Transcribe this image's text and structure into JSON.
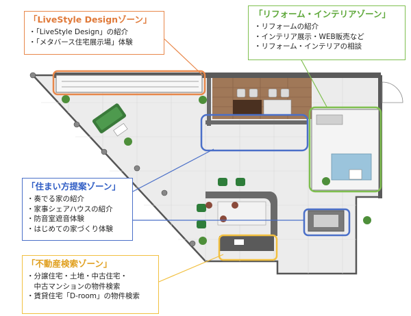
{
  "zones": {
    "livestyle": {
      "title": "「LiveStyle Designゾーン」",
      "items": [
        "「LiveStyle Design」の紹介",
        "「メタバース住宅展示場」体験"
      ],
      "color": "#e8874a"
    },
    "reform": {
      "title": "「リフォーム・インテリアゾーン」",
      "items": [
        "リフォームの紹介",
        "インテリア展示・WEB販売など",
        "リフォーム・インテリアの相談"
      ],
      "color": "#7fbf4f"
    },
    "sumaikata": {
      "title": "「住まい方提案ゾーン」",
      "items": [
        "奏でる家の紹介",
        "家事シェアハウスの紹介",
        "防音室遮音体験",
        "はじめての家づくり体験"
      ],
      "color": "#4a6fc8"
    },
    "fudosan": {
      "title": "「不動産検索ゾーン」",
      "items": [
        "分譲住宅・土地・中古住宅・",
        "中古マンションの物件検索",
        "賃貸住宅「D-room」の物件検索"
      ],
      "color": "#f2c040"
    }
  },
  "plan": {
    "floor_color": "#ececec",
    "wall_color": "#555555",
    "wood_color": "#a07858",
    "desk_color": "#9bc4dc",
    "chair_green": "#2e7d3a",
    "chair_brown": "#8a4a3a",
    "sofa_green": "#3a7a3a"
  }
}
